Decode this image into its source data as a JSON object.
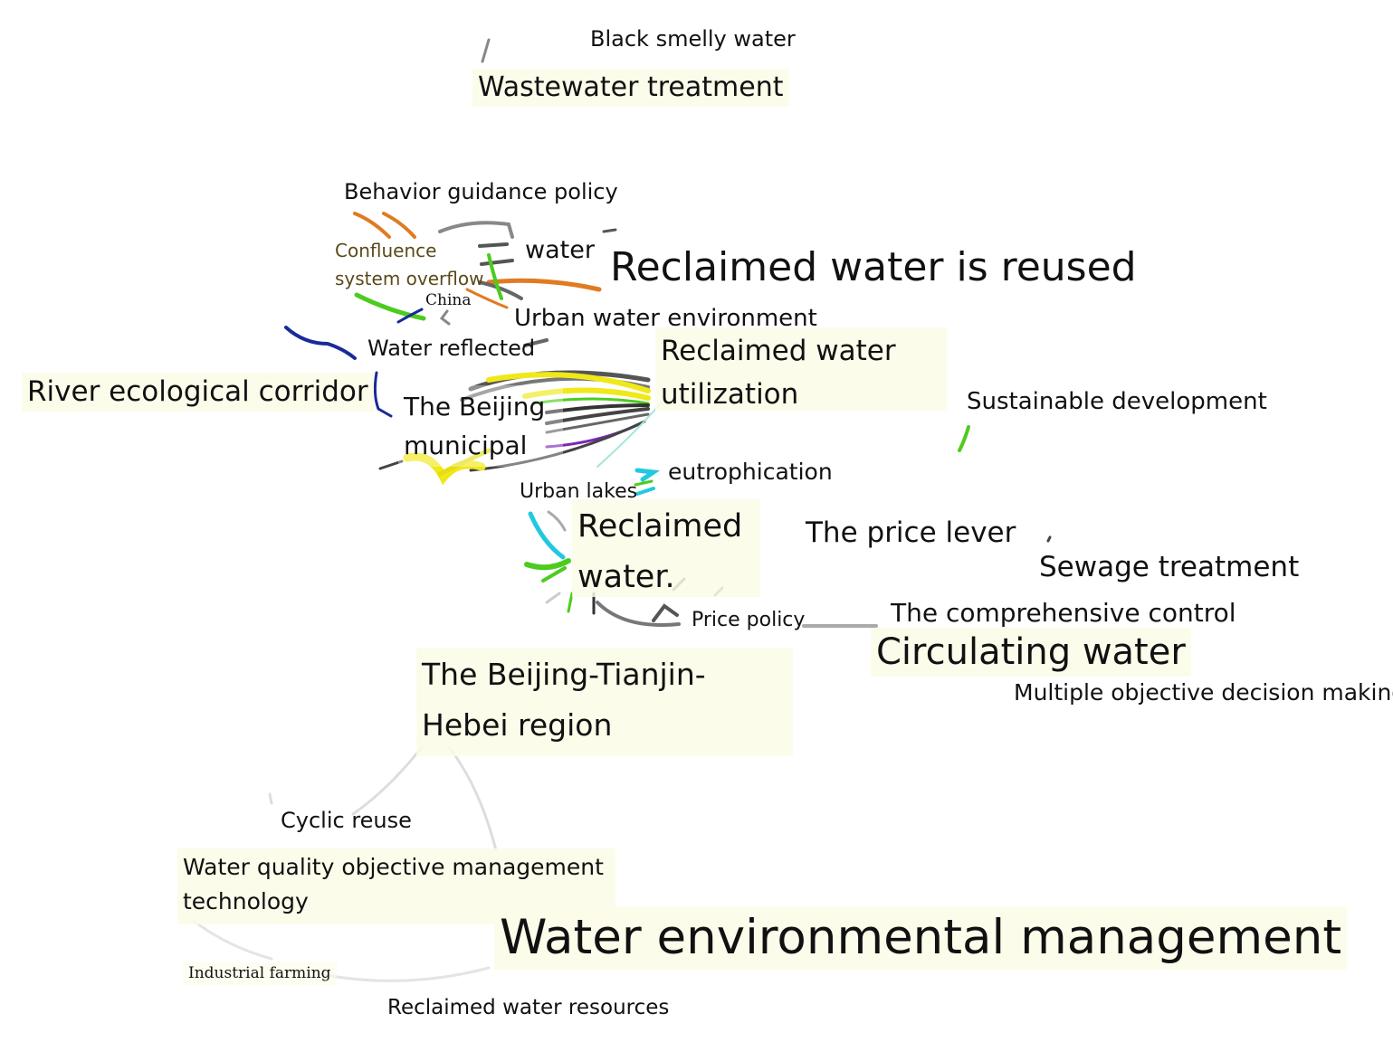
{
  "keywords": {
    "black_smelly_water": "Black smelly water",
    "wastewater_treatment": "Wastewater treatment",
    "behavior_guidance_policy": "Behavior guidance policy",
    "confluence_line1": "Confluence",
    "confluence_line2": "system overflow",
    "water": "water",
    "reclaimed_water_is_reused": "Reclaimed water is reused",
    "china": "China",
    "urban_water_environment": "Urban water environment",
    "water_reflected": "Water reflected",
    "reclaimed_water_utilization": "Reclaimed water utilization",
    "river_ecological_corridor": "River ecological corridor",
    "the_beijing_municipal": "The Beijing municipal",
    "sustainable_development": "Sustainable development",
    "eutrophication": "eutrophication",
    "urban_lakes": "Urban lakes",
    "reclaimed_water": "Reclaimed water.",
    "the_price_lever": "The price lever",
    "sewage_treatment": "Sewage treatment",
    "price_policy": "Price policy",
    "the_comprehensive_control": "The comprehensive control",
    "circulating_water": "Circulating water",
    "multiple_objective_decision_making": "Multiple objective decision making",
    "beijing_tianjin_hebei_region": "The Beijing-Tianjin-Hebei region",
    "cyclic_reuse": "Cyclic reuse",
    "water_quality_objective_management_technology": "Water quality objective management technology",
    "water_environmental_management": "Water environmental management",
    "industrial_farming": "Industrial farming",
    "reclaimed_water_resources": "Reclaimed water resources"
  },
  "colors": {
    "orange": "#e07b22",
    "green": "#4ccc1e",
    "yellow": "#f0e818",
    "navy": "#1a2a9a",
    "purple": "#7a28b8",
    "cyan": "#22c8e0",
    "dark_gray": "#555555",
    "gray": "#888888",
    "light_gray": "#cccccc"
  }
}
